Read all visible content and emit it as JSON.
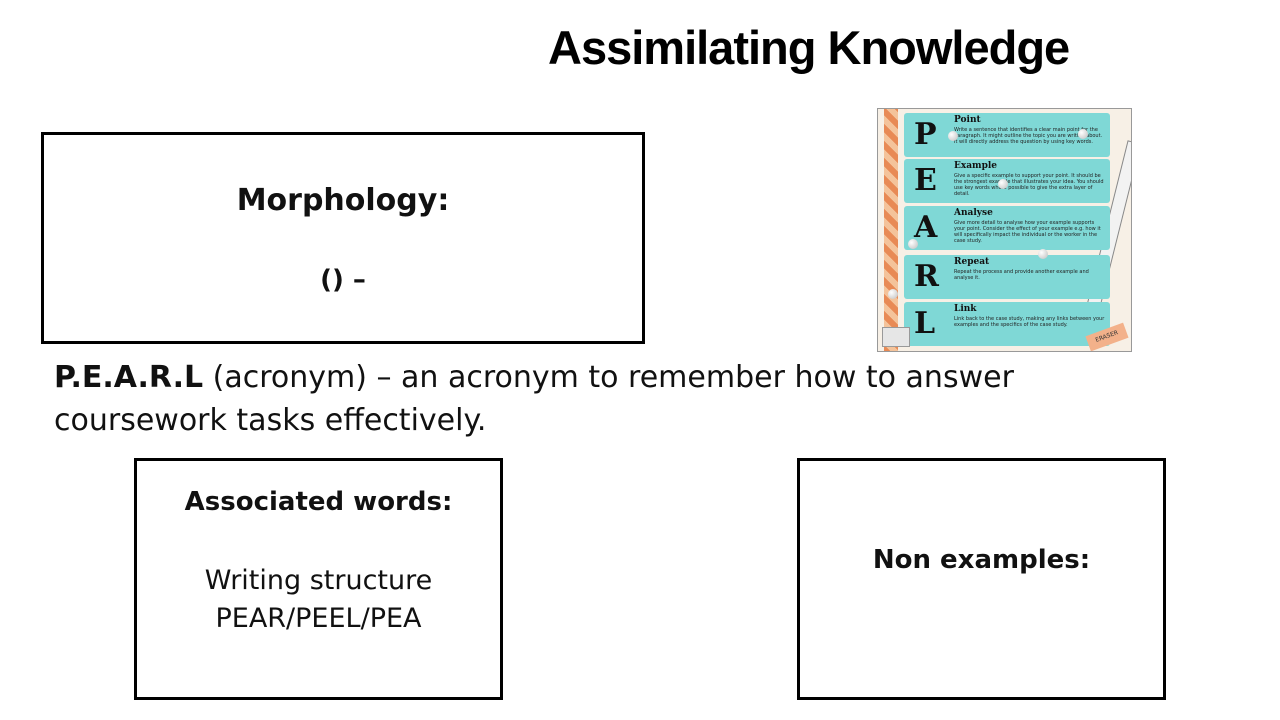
{
  "title": "Assimilating Knowledge",
  "morphology": {
    "heading": "Morphology:",
    "value": "() –"
  },
  "definition": {
    "term": "P.E.A.R.L",
    "text": " (acronym) – an acronym to remember how to answer coursework tasks effectively."
  },
  "associated": {
    "heading": "Associated words:",
    "lines": [
      "Writing structure",
      "PEAR/PEEL/PEA"
    ]
  },
  "non_examples": {
    "heading": "Non examples:"
  },
  "poster": {
    "rows": [
      {
        "letter": "P",
        "heading": "Point",
        "text": "Write a sentence that identifies a clear main point for the paragraph. It might outline the topic you are writing about. It will directly address the question by using key words."
      },
      {
        "letter": "E",
        "heading": "Example",
        "text": "Give a specific example to support your point. It should be the strongest example that illustrates your idea. You should use key words where possible to give the extra layer of detail."
      },
      {
        "letter": "A",
        "heading": "Analyse",
        "text": "Give more detail to analyse how your example supports your point. Consider the effect of your example e.g. how it will specifically impact the individual or the worker in the case study."
      },
      {
        "letter": "R",
        "heading": "Repeat",
        "text": "Repeat the process and provide another example and analyse it."
      },
      {
        "letter": "L",
        "heading": "Link",
        "text": "Link back to the case study, making any links between your examples and the specifics of the case study."
      }
    ],
    "eraser_label": "ERASER"
  }
}
